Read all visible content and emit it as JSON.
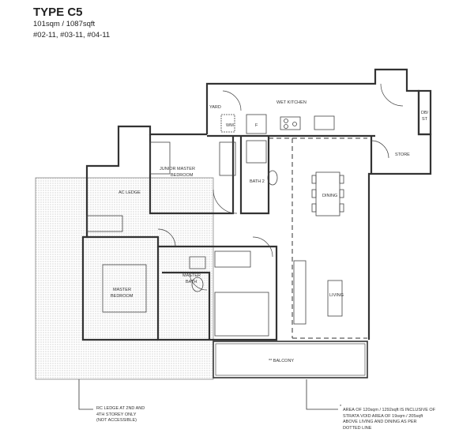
{
  "header": {
    "title": "TYPE C5",
    "area": "101sqm / 1087sqft",
    "units": "#02-11, #03-11, #04-11"
  },
  "rooms": {
    "yard": "YARD",
    "wm": "WM",
    "fridge": "F",
    "wet_kitchen": "WET KITCHEN",
    "db_st_1": "DB/",
    "db_st_2": "ST",
    "store": "STORE",
    "junior_1": "JUNIOR MASTER",
    "junior_2": "BEDROOM",
    "bath2": "BATH 2",
    "dining": "DINING",
    "ac_ledge": "AC LEDGE",
    "master_1": "MASTER",
    "master_2": "BEDROOM",
    "master_bath_1": "MASTER",
    "master_bath_2": "BATH",
    "living": "LIVING",
    "balcony": "** BALCONY"
  },
  "notes": {
    "rc_ledge": [
      "RC LEDGE AT 2ND AND",
      "4TH STOREY ONLY",
      "(NOT ACCESSIBLE)"
    ],
    "asterisk": "*",
    "area_note": [
      "AREA OF 120sqm / 1292sqft IS INCLUSIVE OF",
      "STRATA VOID AREA OF 19sqm / 205sqft",
      "ABOVE LIVING AND DINING AS PER",
      "DOTTED LINE"
    ]
  }
}
